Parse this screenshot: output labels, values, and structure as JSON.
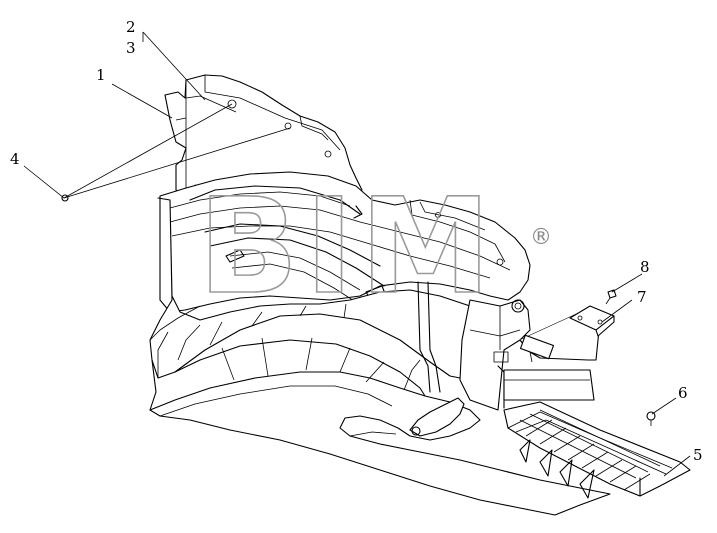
{
  "diagram": {
    "callouts": [
      {
        "id": "c1",
        "label": "1"
      },
      {
        "id": "c2",
        "label": "2"
      },
      {
        "id": "c3",
        "label": "3"
      },
      {
        "id": "c4",
        "label": "4"
      },
      {
        "id": "c5",
        "label": "5"
      },
      {
        "id": "c6",
        "label": "6"
      },
      {
        "id": "c7",
        "label": "7"
      },
      {
        "id": "c8",
        "label": "8"
      }
    ],
    "watermark": {
      "text": "BIM",
      "registered": "®"
    }
  }
}
